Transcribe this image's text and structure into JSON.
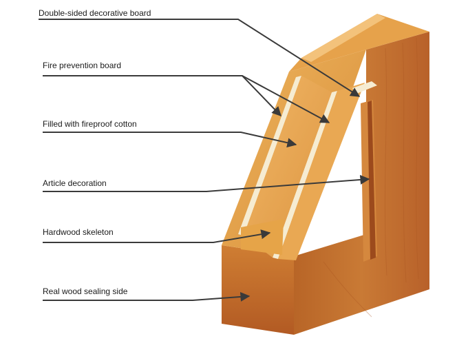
{
  "labels": [
    "Double-sided decorative board",
    "Fire prevention board",
    "Filled with fireproof cotton",
    "Article decoration",
    "Hardwood skeleton",
    "Real wood sealing side"
  ],
  "colors": {
    "wood_light": "#e39a3d",
    "wood_mid": "#c8742b",
    "wood_dark": "#a9521f",
    "core_board": "#f6ecd2",
    "leader": "#3a3a3a"
  }
}
